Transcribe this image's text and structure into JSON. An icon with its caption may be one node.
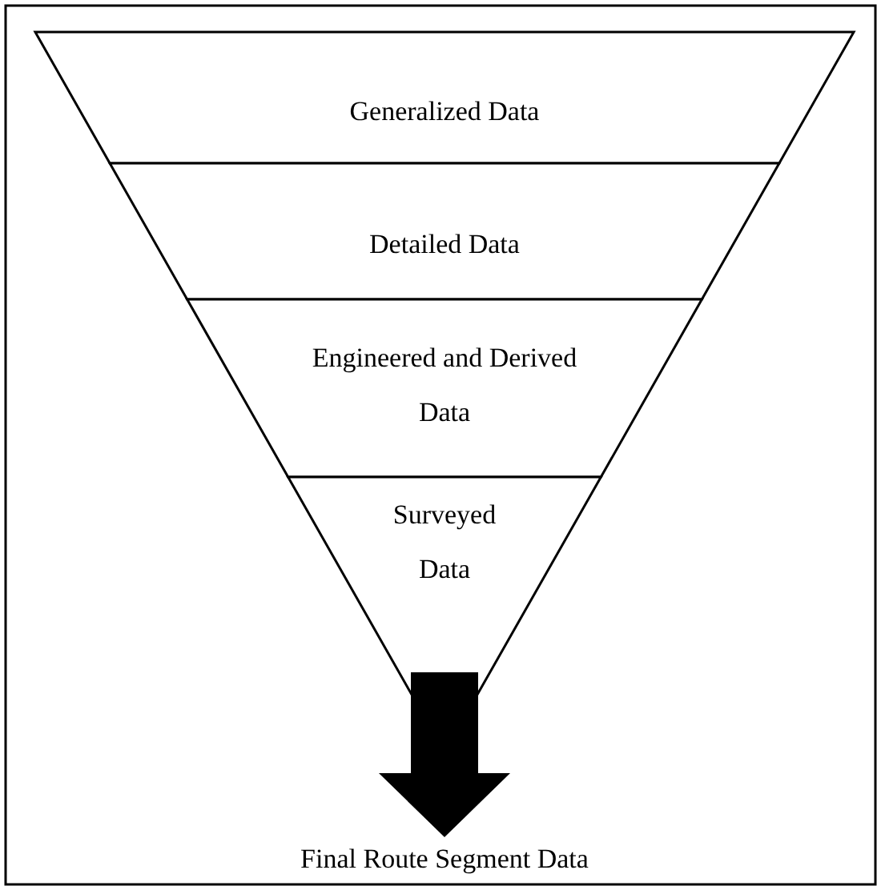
{
  "diagram": {
    "nodes": [
      {
        "text": [
          "Generalized Data"
        ]
      },
      {
        "text": [
          "Detailed Data"
        ]
      },
      {
        "text": [
          "Engineered and Derived Data"
        ]
      },
      {
        "text": [
          "Surveyed Data"
        ]
      },
      {
        "text": [
          "Final Route Segment Data"
        ]
      }
    ],
    "edges": [
      {
        "from": 3,
        "to": 4,
        "arrow": "to"
      }
    ]
  }
}
